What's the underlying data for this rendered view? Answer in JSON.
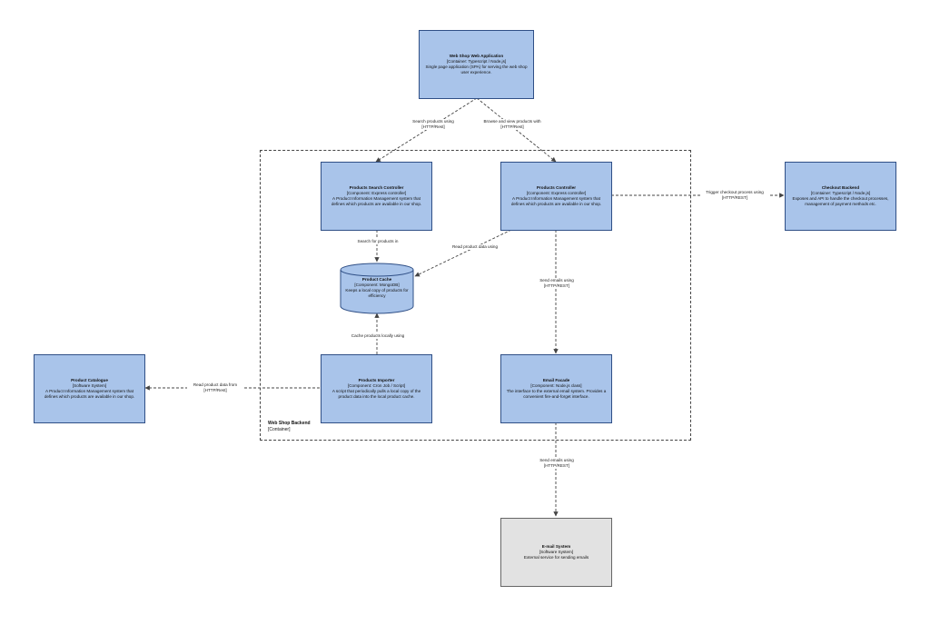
{
  "colors": {
    "node_fill": "#a9c4ea",
    "node_border": "#2f4f86",
    "external_fill": "#e2e2e2",
    "edge": "#444444"
  },
  "boundary": {
    "title": "Web Shop Backend",
    "subtitle": "[Container]"
  },
  "nodes": {
    "webapp": {
      "title": "Web Shop Web Application",
      "stereotype": "[Container: Typescript / Node.js]",
      "description": "Single page application (SPA) for serving the web shop user experience."
    },
    "search_controller": {
      "title": "Products Search Controller",
      "stereotype": "[Component: Express controller]",
      "description": "A Product Information Management system that defines which products are available in our shop."
    },
    "products_controller": {
      "title": "Products Controller",
      "stereotype": "[Component: Express controller]",
      "description": "A Product Information Management system that defines which products are available in our shop."
    },
    "checkout": {
      "title": "Checkout Backend",
      "stereotype": "[Container: Typescript / Node.js]",
      "description": "Exposes and API to handle the checkout processes, management of payment methods etc."
    },
    "cache": {
      "title": "Product Cache",
      "stereotype": "[Component: MongoDB]",
      "description": "Keeps a local copy of products for efficiency"
    },
    "catalogue": {
      "title": "Product Catalogue",
      "stereotype": "[Software System]",
      "description": "A Product Information Management system that defines which products are available in our shop."
    },
    "importer": {
      "title": "Products Importer",
      "stereotype": "[Component: Cron Job / Script]",
      "description": "A script that periodically pulls a local copy of the product data into the local product cache."
    },
    "email_facade": {
      "title": "Email Facade",
      "stereotype": "[Component: Node.js class]",
      "description": "The interface to the external email system. Provides a convenient fire-and-forget interface."
    },
    "email_system": {
      "title": "E-mail System",
      "stereotype": "[Software System]",
      "description": "External service for sending emails"
    }
  },
  "edges": {
    "search_products": {
      "line1": "Search products using",
      "line2": "[HTTP/Rest]"
    },
    "browse_products": {
      "line1": "Browse and view products with",
      "line2": "[HTTP/Rest]"
    },
    "trigger_checkout": {
      "line1": "Trigger checkout process using",
      "line2": "[HTTP/REST]"
    },
    "search_for_products": {
      "line1": "Search for products in",
      "line2": ""
    },
    "read_product_data": {
      "line1": "Read product data using",
      "line2": ""
    },
    "send_emails_internal": {
      "line1": "Send emails using",
      "line2": "[HTTP/REST]"
    },
    "cache_locally": {
      "line1": "Cache products locally using",
      "line2": ""
    },
    "read_product_data_from": {
      "line1": "Read product data from",
      "line2": "[HTTP/Rest]"
    },
    "send_emails_external": {
      "line1": "Send emails using",
      "line2": "[HTTP/REST]"
    }
  }
}
